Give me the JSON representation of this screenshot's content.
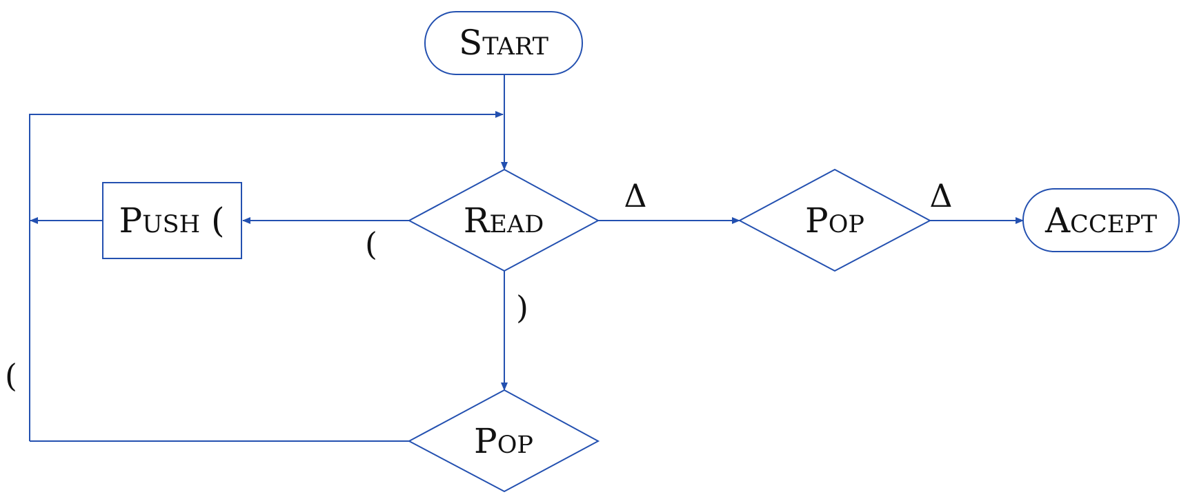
{
  "colors": {
    "stroke": "#2350b0",
    "text": "#111111",
    "background": "#ffffff"
  },
  "nodes": {
    "start": "Start",
    "read": "Read",
    "push": "Push (",
    "pop_right": "Pop",
    "pop_bottom": "Pop",
    "accept": "Accept"
  },
  "edges": {
    "read_to_push": "(",
    "read_to_pop_right": "Δ",
    "read_to_pop_bottom": ")",
    "pop_right_to_accept": "Δ",
    "pop_bottom_loop": "("
  }
}
